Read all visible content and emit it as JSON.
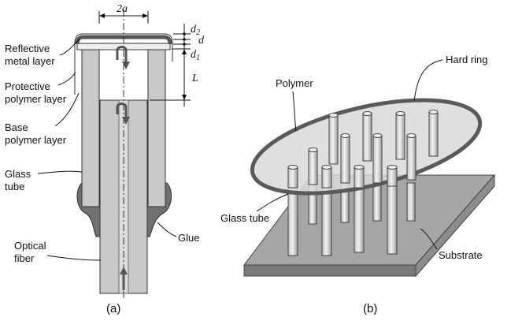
{
  "panel_a": {
    "caption": "(a)",
    "dims": {
      "width": "2a",
      "d2": "d",
      "d2_sub": "2",
      "d": "d",
      "d1": "d",
      "d1_sub": "1",
      "L": "L"
    },
    "labels": {
      "reflective_1": "Reflective",
      "reflective_2": "metal layer",
      "protective_1": "Protective",
      "protective_2": "polymer layer",
      "base_1": "Base",
      "base_2": "polymer layer",
      "glass_1": "Glass",
      "glass_2": "tube",
      "optical_1": "Optical",
      "optical_2": "fiber",
      "glue": "Glue"
    }
  },
  "panel_b": {
    "caption": "(b)",
    "labels": {
      "polymer": "Polymer",
      "hard_ring": "Hard ring",
      "glass_tube": "Glass tube",
      "substrate": "Substrate"
    }
  },
  "colors": {
    "tube_fill": "#c8c8c8",
    "glue_fill": "#707070",
    "metal_layer": "#555555",
    "substrate_top": "#a6a6a6",
    "substrate_side": "#7a7a7a",
    "polymer_disk": "#d9d9d9",
    "ring": "#5a5a5a"
  }
}
